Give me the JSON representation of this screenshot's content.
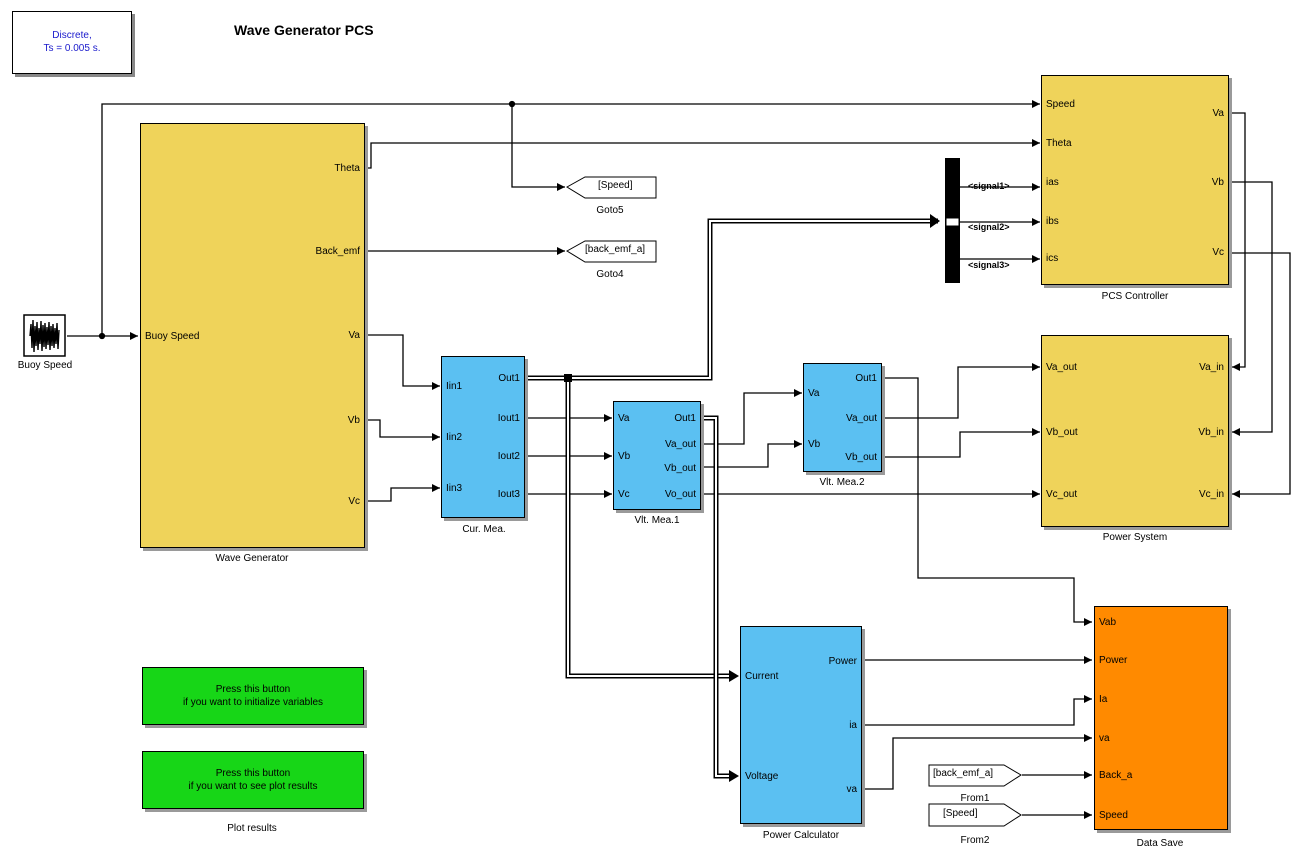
{
  "page_title": "Wave Generator PCS",
  "solver": {
    "line1": "Discrete,",
    "line2": "Ts = 0.005 s."
  },
  "buoy_speed": {
    "name": "Buoy Speed"
  },
  "wave_generator": {
    "name": "Wave Generator",
    "in_speed": "Buoy Speed",
    "out_theta": "Theta",
    "out_backemf": "Back_emf",
    "out_va": "Va",
    "out_vb": "Vb",
    "out_vc": "Vc"
  },
  "goto5": {
    "tag": "[Speed]",
    "name": "Goto5"
  },
  "goto4": {
    "tag": "[back_emf_a]",
    "name": "Goto4"
  },
  "cur_mea": {
    "name": "Cur. Mea.",
    "in1": "Iin1",
    "in2": "Iin2",
    "in3": "Iin3",
    "out1": "Out1",
    "out2": "Iout1",
    "out3": "Iout2",
    "out4": "Iout3"
  },
  "vlt_mea1": {
    "name": "Vlt. Mea.1",
    "in1": "Va",
    "in2": "Vb",
    "in3": "Vc",
    "out1": "Out1",
    "out2": "Va_out",
    "out3": "Vb_out",
    "out4": "Vo_out"
  },
  "vlt_mea2": {
    "name": "Vlt. Mea.2",
    "in1": "Va",
    "in2": "Vb",
    "out1": "Out1",
    "out2": "Va_out",
    "out3": "Vb_out"
  },
  "bus": {
    "sig1": "<signal1>",
    "sig2": "<signal2>",
    "sig3": "<signal3>"
  },
  "pcs_controller": {
    "name": "PCS Controller",
    "in1": "Speed",
    "in2": "Theta",
    "in3": "ias",
    "in4": "ibs",
    "in5": "ics",
    "out1": "Va",
    "out2": "Vb",
    "out3": "Vc"
  },
  "power_system": {
    "name": "Power System",
    "in1": "Va_out",
    "in2": "Vb_out",
    "in3": "Vc_out",
    "out1": "Va_in",
    "out2": "Vb_in",
    "out3": "Vc_in"
  },
  "power_calc": {
    "name": "Power Calculator",
    "in1": "Current",
    "in2": "Voltage",
    "out1": "Power",
    "out2": "ia",
    "out3": "va"
  },
  "data_save": {
    "name": "Data Save",
    "in1": "Vab",
    "in2": "Power",
    "in3": "Ia",
    "in4": "va",
    "in5": "Back_a",
    "in6": "Speed"
  },
  "from1": {
    "tag": "[back_emf_a]",
    "name": "From1"
  },
  "from2": {
    "tag": "[Speed]",
    "name": "From2"
  },
  "init_button": {
    "line1": "Press this button",
    "line2": "if you want to initialize variables"
  },
  "plot_button": {
    "line1": "Press this button",
    "line2": "if you want to see plot results",
    "name": "Plot results"
  }
}
